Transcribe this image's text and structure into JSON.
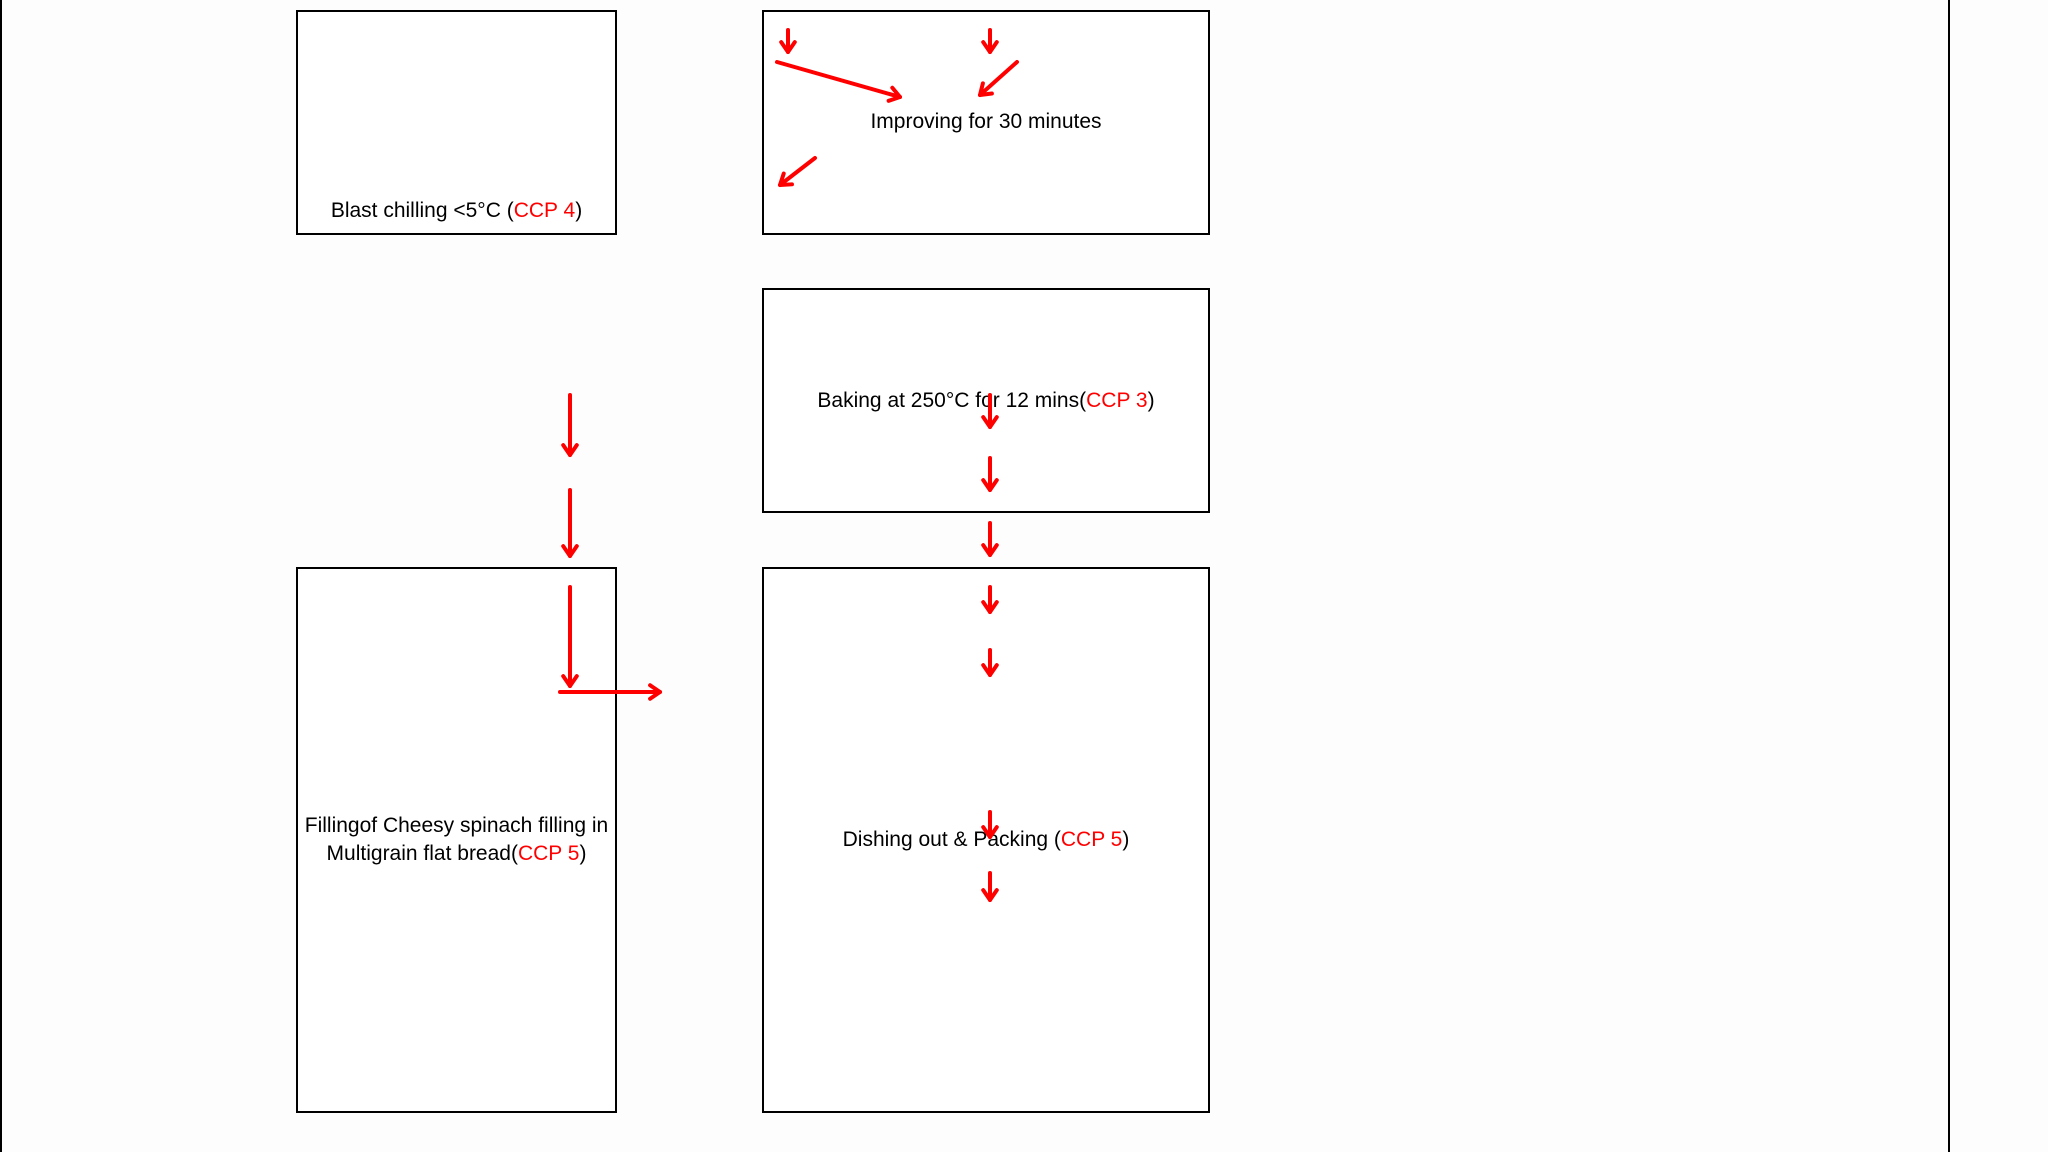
{
  "boxes": {
    "blast": {
      "text": "Blast chilling <5°C (",
      "ccp": "CCP 4",
      "close": ")"
    },
    "improving": {
      "text": "Improving for 30 minutes"
    },
    "baking": {
      "text": "Baking at 250°C for 12 mins(",
      "ccp": "CCP 3",
      "close": ")"
    },
    "filling": {
      "line1": "Fillingof Cheesy spinach filling in",
      "line2": "Multigrain flat bread(",
      "ccp": "CCP 5",
      "close": ")"
    },
    "dishing": {
      "text": "Dishing out & Packing (",
      "ccp": "CCP 5",
      "close": ")"
    }
  },
  "colors": {
    "arrow": "#ff0000",
    "ccp": "#ff0000",
    "border": "#000000"
  }
}
